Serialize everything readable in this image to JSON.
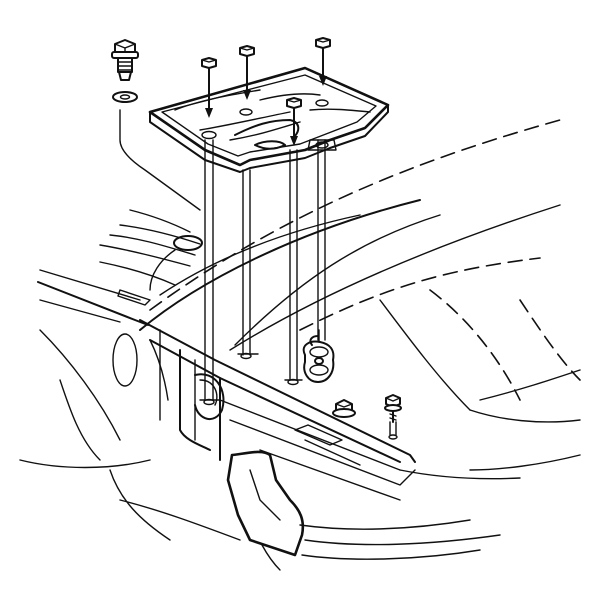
{
  "diagram": {
    "ink_color": "#111111",
    "background_color": "#ffffff",
    "parts": [
      "battery-tray",
      "hex-bolt",
      "flat-washer",
      "long-stud",
      "flange-nut",
      "captive-nut-clip",
      "inner-fender-panel",
      "frame-rail"
    ]
  }
}
